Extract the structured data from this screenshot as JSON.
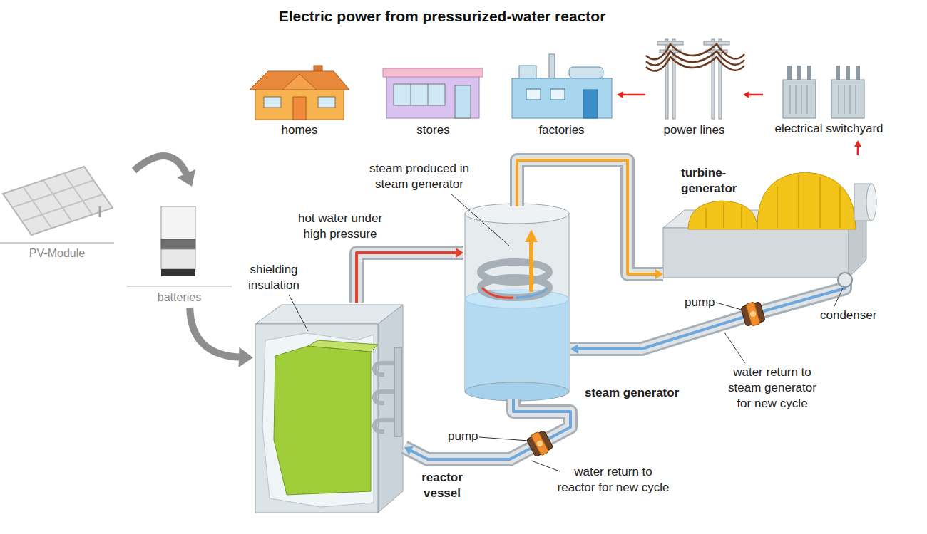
{
  "diagram": {
    "title": "Electric power from pressurized-water reactor",
    "nodes": [
      {
        "text": [
          "homes"
        ]
      },
      {
        "text": [
          "stores"
        ]
      },
      {
        "text": [
          "factories"
        ]
      },
      {
        "text": [
          "power lines"
        ]
      },
      {
        "text": [
          "electrical switchyard"
        ]
      },
      {
        "text": [
          "turbine-generator"
        ]
      },
      {
        "text": [
          "steam generator"
        ]
      },
      {
        "text": [
          "reactor vessel"
        ]
      },
      {
        "text": [
          "PV-Module"
        ]
      },
      {
        "text": [
          "batteries"
        ]
      }
    ],
    "edges": [
      {
        "from": 8,
        "to": 9,
        "arrow": "to"
      },
      {
        "from": 9,
        "to": 7,
        "arrow": "to"
      },
      {
        "from": 4,
        "to": 3,
        "arrow": "to"
      },
      {
        "from": 3,
        "to": 2,
        "arrow": "to"
      },
      {
        "from": 5,
        "to": 4,
        "arrow": "to"
      },
      {
        "from": 7,
        "to": 6,
        "arrow": "to"
      },
      {
        "from": 6,
        "to": 5,
        "arrow": "to"
      },
      {
        "from": 5,
        "to": 6,
        "arrow": "to"
      },
      {
        "from": 6,
        "to": 7,
        "arrow": "to"
      }
    ],
    "labels": [
      "steam produced in steam generator",
      "hot water under high pressure",
      "shielding insulation",
      "pump",
      "condenser",
      "water return to steam generator for new cycle",
      "pump",
      "water return to reactor for new cycle"
    ]
  }
}
